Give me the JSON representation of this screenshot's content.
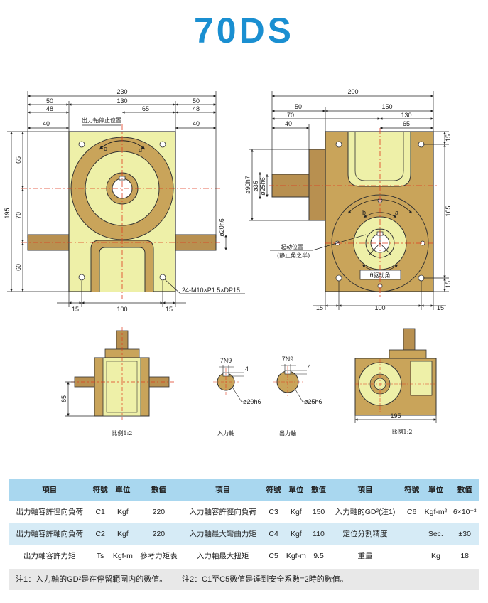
{
  "title": "70DS",
  "colors": {
    "title": "#1a8fd1",
    "body": "#c9a45a",
    "face": "#eef0a8",
    "shaft": "#b89050",
    "centerline": "#e03a1e",
    "dim": "#222222",
    "table_head": "#a9d7ef",
    "table_alt": "#d6ebf6"
  },
  "front": {
    "dims": {
      "overall": "230",
      "left50": "50",
      "left48": "48",
      "mid130": "130",
      "right65": "65",
      "right50": "50",
      "right48": "48",
      "left40": "40",
      "right40": "40",
      "h195": "195",
      "h65": "65",
      "h70": "70",
      "h60": "60",
      "bot15a": "15",
      "bot100": "100",
      "bot15b": "15",
      "shaft": "ø20h6"
    },
    "label_output_stop": "出力軸停止位置",
    "label_c": "c",
    "label_d": "d",
    "hole_note": "24-M10×P1.5×DP15"
  },
  "side": {
    "dims": {
      "overall": "200",
      "s50": "50",
      "s150": "150",
      "s70": "70",
      "s130": "130",
      "s40": "40",
      "s65": "65",
      "d90": "ø90h7",
      "d35": "ø35",
      "d25": "ø25h6",
      "v15a": "15",
      "v165": "165",
      "v15b": "15",
      "b15a": "15",
      "b100": "100",
      "b15b": "15"
    },
    "label_start": "起动位置",
    "label_start_sub": "(静止角之半)",
    "label_b": "b",
    "label_a": "a",
    "label_theta": "θ驱动角"
  },
  "small": {
    "dim65": "65",
    "scale_left": "比例1:2",
    "input_key": "7N9",
    "input_4": "4",
    "input_dia": "ø20h6",
    "input_label": "入力軸",
    "output_key": "7N9",
    "output_4": "4",
    "output_dia": "ø25h6",
    "output_label": "出力軸",
    "dim195": "195",
    "scale_right": "比例1:2"
  },
  "table": {
    "headers": [
      "項目",
      "符號",
      "單位",
      "數值",
      "項目",
      "符號",
      "單位",
      "數值",
      "項目",
      "符號",
      "單位",
      "數值"
    ],
    "rows": [
      [
        "出力軸容許徑向負荷",
        "C1",
        "Kgf",
        "220",
        "入力軸容許徑向負荷",
        "C3",
        "Kgf",
        "150",
        "入力軸的GD²(注1)",
        "C6",
        "Kgf-m²",
        "6×10⁻³"
      ],
      [
        "出力軸容許軸向負荷",
        "C2",
        "Kgf",
        "220",
        "入力軸最大彎曲力矩",
        "C4",
        "Kgf",
        "110",
        "定位分割精度",
        "",
        "Sec.",
        "±30"
      ],
      [
        "出力軸容許力矩",
        "Ts",
        "Kgf-m",
        "參考力矩表",
        "入力軸最大扭矩",
        "C5",
        "Kgf-m",
        "9.5",
        "重量",
        "",
        "Kg",
        "18"
      ]
    ]
  },
  "notes": {
    "note1": "注1：入力軸的GD²是在停留範圍内的數值。",
    "note2": "注2：C1至C5數值是達到安全系數=2時的數值。"
  }
}
